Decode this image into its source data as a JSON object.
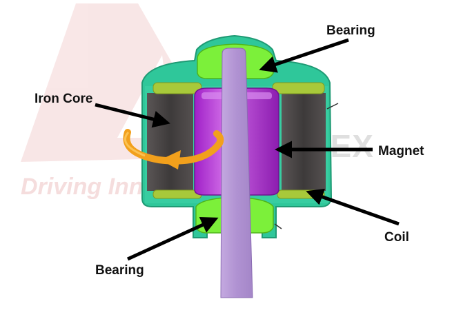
{
  "diagram": {
    "labels": {
      "bearing_top": "Bearing",
      "iron_core": "Iron Core",
      "magnet": "Magnet",
      "coil": "Coil",
      "bearing_bottom": "Bearing"
    },
    "watermark": {
      "brand": "MECHTEX",
      "tagline": "Driving Innovation"
    },
    "colors": {
      "housing": "#2fc79a",
      "bearing": "#7cf03a",
      "shaft": "#b79ad6",
      "magnet": "#b31fd0",
      "core": "#4a4646",
      "coil": "#a8c93a",
      "rotation_arrow": "#f2a01c",
      "arrows": "#000000"
    }
  }
}
